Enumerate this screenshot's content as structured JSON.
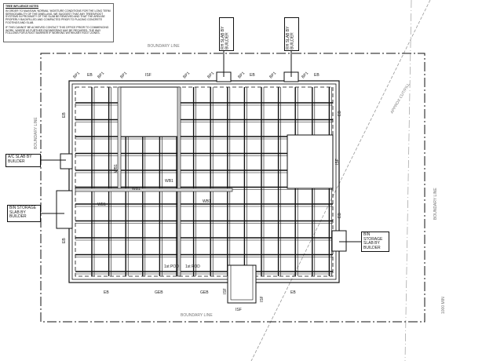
{
  "notes": {
    "title": "TREE INFLUENCE NOTES",
    "paragraph_1": "IN ORDER TO MAINTAIN 'NORMAL' MOISTURE CONDITIONS FOR THE LONG TERM SERVICEABILITY OF THE DWELLING, WE SUGGEST THAT ANY TREES/ROOT SYSTEMS IN PROXIMITY OF THE SLAB BE REMOVED AND THAT THE AREA BE PROPERLY BACKFILLED AND COMPACTED PRIOR TO PLACING CONCRETE FOOTINGS AND SLAB.",
    "paragraph_2": "IF THIS CANNOT BE ACHIEVED CONTACT THIS OFFICE PRIOR TO COMMENCING WORK, WHERE AS FURTHER ENGINEERING MAY BE REQUIRED. THE WAY FOLLOWS FOR A ROOT BARRIER IF WORKING WITHIN ANY ROOT ZONES."
  },
  "boundary": {
    "top": "BOUNDARY LINE",
    "bottom": "BOUNDARY LINE",
    "left": "BOUNDARY LINE",
    "right": "BOUNDARY LINE"
  },
  "callouts": {
    "ac_slab": "A/C SLAB BY BUILDER",
    "bin_left": "BIN STORAGE SLAB BY BUILDER",
    "bin_right": "BIN STORAGE SLAB BY BUILDER",
    "rh_slab_1": "RH SLAB BY BUILDER",
    "rh_slab_2": "RH SLAB BY BUILDER"
  },
  "beam_labels": {
    "eb": "EB",
    "isf": "ISF",
    "geb": "GEB",
    "wb1": "WB1",
    "bp1": "BP1",
    "pod": "1st POD"
  },
  "fall_label": "APPROX CUT/FILL",
  "corner_label": "1000 MIN"
}
